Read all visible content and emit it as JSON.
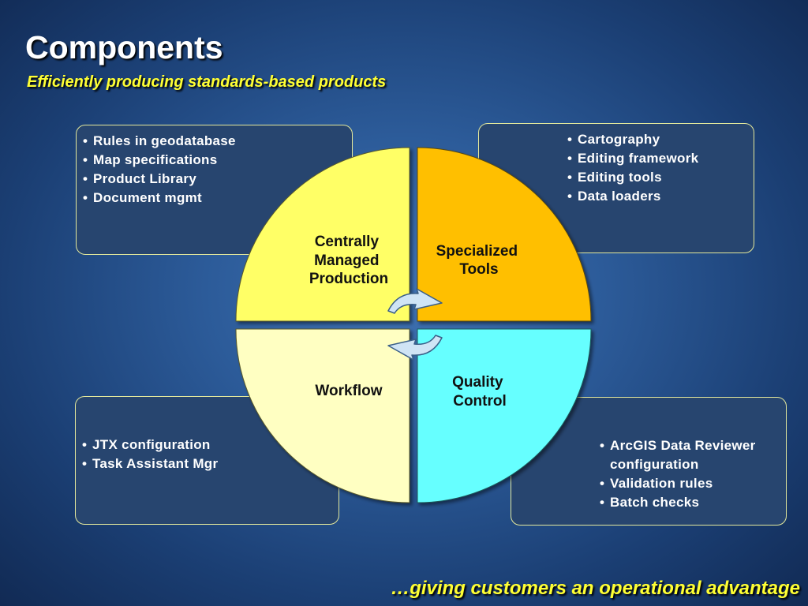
{
  "slide": {
    "title": "Components",
    "subtitle": "Efficiently producing standards-based products",
    "footer": "…giving customers an operational advantage"
  },
  "quadrants": {
    "top_left": {
      "label_lines": [
        "Centrally",
        "Managed",
        "Production"
      ],
      "color": "#ffff66",
      "bullets": [
        "Rules in geodatabase",
        "Map specifications",
        "Product Library",
        "Document mgmt"
      ]
    },
    "top_right": {
      "label_lines": [
        "Specialized",
        "Tools"
      ],
      "color": "#ffbf00",
      "bullets": [
        "Cartography",
        "Editing framework",
        "Editing tools",
        "Data loaders"
      ]
    },
    "bottom_left": {
      "label_lines": [
        "Workflow"
      ],
      "color": "#ffffc2",
      "bullets": [
        "JTX configuration",
        "Task Assistant Mgr"
      ]
    },
    "bottom_right": {
      "label_lines": [
        "Quality",
        "Control"
      ],
      "color": "#66ffff",
      "bullets": [
        "ArcGIS Data Reviewer configuration",
        "Validation rules",
        "Batch checks"
      ]
    }
  },
  "icons": {
    "center": "cycle-arrows-icon"
  }
}
